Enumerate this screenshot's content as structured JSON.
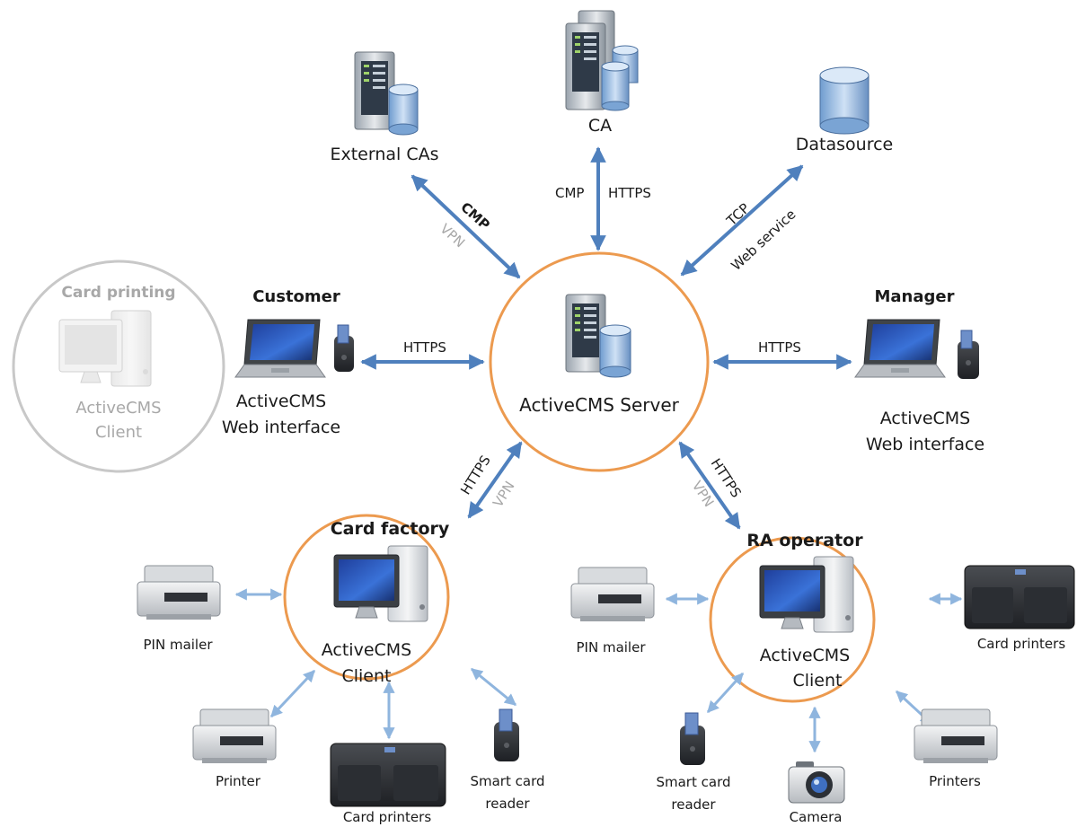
{
  "colors": {
    "circle_orange": "#ec9a4f",
    "circle_ghost": "#c8c8c8",
    "arrow_dark": "#4f80bd",
    "arrow_light": "#8fb5de",
    "text_faded": "#a8a8a8"
  },
  "server": {
    "label": "ActiveCMS Server",
    "icon": "server-database-icon"
  },
  "top": {
    "external_cas": {
      "label": "External CAs",
      "protocol": "CMP",
      "protocol_secondary": "VPN",
      "icon": "server-database-icon"
    },
    "ca": {
      "label": "CA",
      "protocol_left": "CMP",
      "protocol_right": "HTTPS",
      "icon": "server-cluster-icon"
    },
    "datasource": {
      "label": "Datasource",
      "protocol": "TCP",
      "protocol_secondary": "Web service",
      "icon": "database-cylinder-icon"
    }
  },
  "card_printing": {
    "title": "Card printing",
    "line1": "ActiveCMS",
    "line2": "Client",
    "icon": "desktop-computer-icon"
  },
  "customer": {
    "title": "Customer",
    "line1": "ActiveCMS",
    "line2": "Web interface",
    "protocol": "HTTPS",
    "icon": "laptop-card-reader-icon"
  },
  "manager": {
    "title": "Manager",
    "line1": "ActiveCMS",
    "line2": "Web interface",
    "protocol": "HTTPS",
    "icon": "laptop-card-reader-icon"
  },
  "card_factory": {
    "title": "Card factory",
    "line1": "ActiveCMS",
    "line2": "Client",
    "protocol": "HTTPS",
    "protocol_secondary": "VPN",
    "devices": {
      "pin_mailer": "PIN mailer",
      "printer": "Printer",
      "card_printers": "Card printers",
      "smart_card_1": "Smart card",
      "smart_card_2": "reader"
    }
  },
  "ra_operator": {
    "title": "RA operator",
    "line1": "ActiveCMS",
    "line2": "Client",
    "protocol": "HTTPS",
    "protocol_secondary": "VPN",
    "devices": {
      "pin_mailer": "PIN mailer",
      "card_printers": "Card printers",
      "printers": "Printers",
      "camera": "Camera",
      "smart_card_1": "Smart card",
      "smart_card_2": "reader"
    }
  }
}
